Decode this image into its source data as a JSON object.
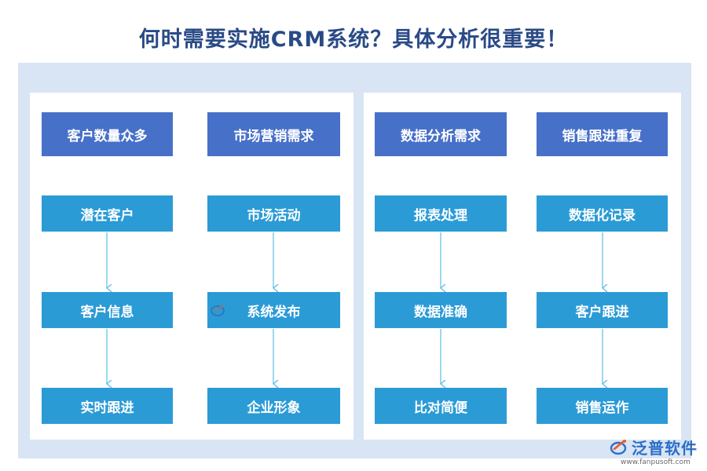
{
  "title": "何时需要实施CRM系统？具体分析很重要！",
  "columns": [
    {
      "header": "客户数量众多",
      "steps": [
        "潜在客户",
        "客户信息",
        "实时跟进"
      ]
    },
    {
      "header": "市场营销需求",
      "steps": [
        "市场活动",
        "系统发布",
        "企业形象"
      ]
    },
    {
      "header": "数据分析需求",
      "steps": [
        "报表处理",
        "数据准确",
        "比对简便"
      ]
    },
    {
      "header": "销售跟进重复",
      "steps": [
        "数据化记录",
        "客户跟进",
        "销售运作"
      ]
    }
  ],
  "brand": {
    "name": "泛普软件",
    "url": "www.fanpusoft.com"
  },
  "colors": {
    "title": "#2a4a86",
    "header_bg": "#4770c8",
    "step_bg": "#2b9bd6",
    "arrow": "#5bbde6",
    "frame_bg": "#d9e4f4"
  }
}
